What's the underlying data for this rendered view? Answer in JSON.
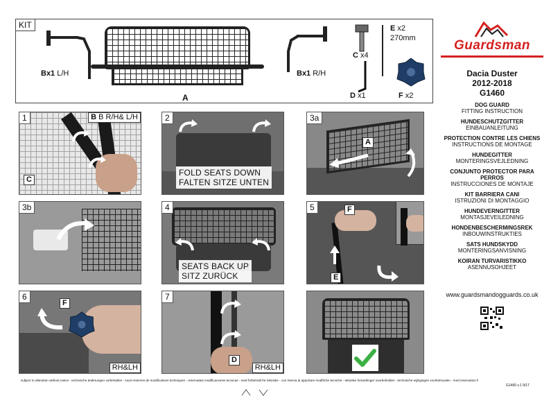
{
  "kit": {
    "label": "KIT",
    "bracket_left": {
      "qty": "Bx1",
      "side": "L/H"
    },
    "bracket_right": {
      "qty": "Bx1",
      "side": "R/H"
    },
    "guard_label": "A",
    "bolt": {
      "letter": "C",
      "qty": "x4"
    },
    "rod": {
      "letter": "E",
      "qty": "x2",
      "length": "270mm"
    },
    "key": {
      "letter": "D",
      "qty": "x1"
    },
    "knob": {
      "letter": "F",
      "qty": "x2"
    }
  },
  "brand": {
    "name": "Guardsman",
    "colors": {
      "red": "#d42020",
      "dark": "#1a1a1a"
    }
  },
  "vehicle": {
    "model": "Dacia Duster",
    "years": "2012-2018",
    "code": "G1460"
  },
  "languages": [
    {
      "title": "DOG GUARD",
      "subtitle": "FITTING INSTRUCTION"
    },
    {
      "title": "HUNDESCHUTZGITTER",
      "subtitle": "EINBAUANLEITUNG"
    },
    {
      "title": "PROTECTION CONTRE LES CHIENS",
      "subtitle": "INSTRUCTIONS DE MONTAGE"
    },
    {
      "title": "HUNDEGITTER",
      "subtitle": "MONTERINGSVEJLEDNING"
    },
    {
      "title": "CONJUNTO PROTECTOR PARA PERROS",
      "subtitle": "INSTRUCCIONES DE MONTAJE"
    },
    {
      "title": "KIT BARRIERA CANI",
      "subtitle": "ISTRUZIONI DI MONTAGGIO"
    },
    {
      "title": "HUNDEVERNGITTER",
      "subtitle": "MONTASJEVEILEDNING"
    },
    {
      "title": "HONDENBESCHERMINGSREK",
      "subtitle": "INBOUWINSTRUKTIES"
    },
    {
      "title": "SATS HUNDSKYDD",
      "subtitle": "MONTERINGSANVISNING"
    },
    {
      "title": "KOIRAN TURVARISTIKKO",
      "subtitle": "ASENNUSOHJEET"
    }
  ],
  "website": "www.guardsmandogguards.co.uk",
  "steps": {
    "s1": {
      "num": "1",
      "side": "B R/H& L/H",
      "label_c": "C"
    },
    "s2": {
      "num": "2",
      "line1": "FOLD SEATS DOWN",
      "line2": "FALTEN SITZE UNTEN"
    },
    "s3a": {
      "num": "3a",
      "label_a": "A"
    },
    "s3b": {
      "num": "3b"
    },
    "s4": {
      "num": "4",
      "line1": "SEATS BACK UP",
      "line2": "SITZ ZURÜCK"
    },
    "s5": {
      "num": "5",
      "label_f": "F",
      "label_e": "E"
    },
    "s6": {
      "num": "6",
      "label_f": "F",
      "side": "RH&LH"
    },
    "s7": {
      "num": "7",
      "label_d": "D",
      "side": "RH&LH"
    },
    "s8": {}
  },
  "footer": {
    "disclaimer": "subject to alteration without notice - technische änderungen vorbehalten - sous reserves de modifications techniques - reservadas modificaciones tecnicas - med forbehold for tekniske - con riserva di apportare modifiche tecniche - tekniske forandringer voorbeholdes - technische wijzigingen voorbehouden - med reservation for tekniska ändringar - tekniset muutokset pidätetään",
    "version": "G1460 v.1 9/17"
  }
}
